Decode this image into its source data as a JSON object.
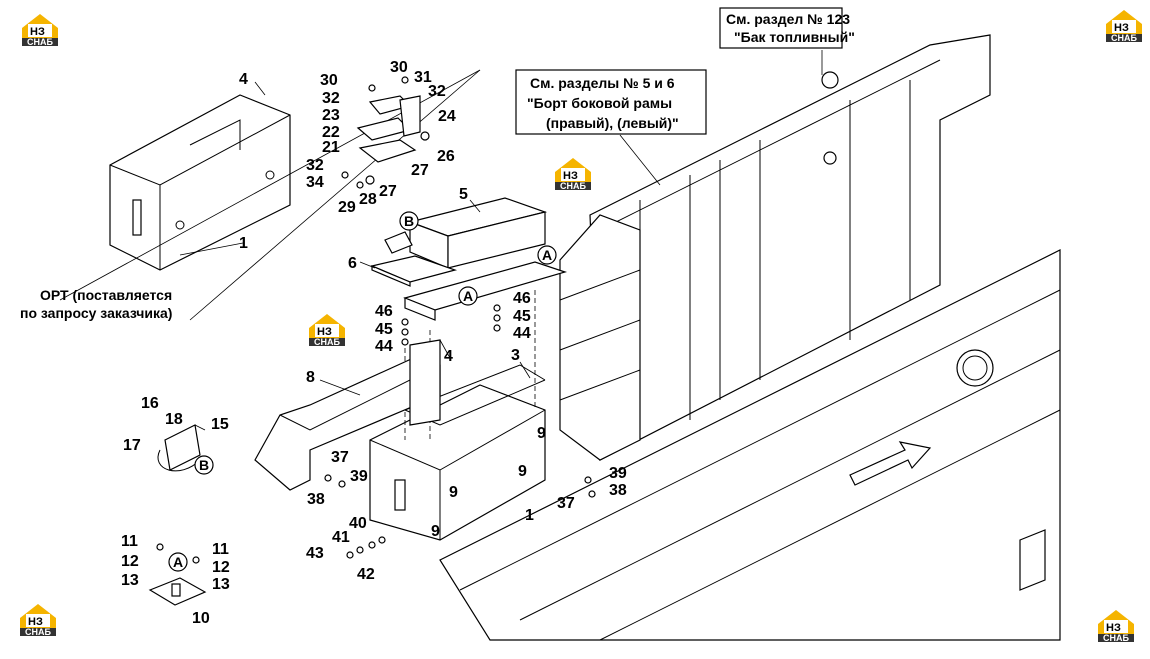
{
  "notes": {
    "section_123_line1": "См. раздел № 123",
    "section_123_line2": "\"Бак топливный\"",
    "sections_5_6_line1": "См. разделы № 5 и 6",
    "sections_5_6_line2": "\"Борт боковой рамы",
    "sections_5_6_line3": "(правый), (левый)\"",
    "opt_line1": "ОРТ (поставляется",
    "opt_line2": "по запросу заказчика)"
  },
  "logo": {
    "mark": "НЗ",
    "caption": "СНАБ",
    "accent": "#f5b400"
  },
  "callouts": {
    "A": "A",
    "B": "B"
  },
  "labels": {
    "n1": "1",
    "n3": "3",
    "n4": "4",
    "n5": "5",
    "n6": "6",
    "n8": "8",
    "n9": "9",
    "n10": "10",
    "n11": "11",
    "n12": "12",
    "n13": "13",
    "n15": "15",
    "n16": "16",
    "n17": "17",
    "n18": "18",
    "n21": "21",
    "n22": "22",
    "n23": "23",
    "n24": "24",
    "n26": "26",
    "n27": "27",
    "n28": "28",
    "n29": "29",
    "n30": "30",
    "n31": "31",
    "n32": "32",
    "n34": "34",
    "n37": "37",
    "n38": "38",
    "n39": "39",
    "n40": "40",
    "n41": "41",
    "n42": "42",
    "n43": "43",
    "n44": "44",
    "n45": "45",
    "n46": "46"
  }
}
